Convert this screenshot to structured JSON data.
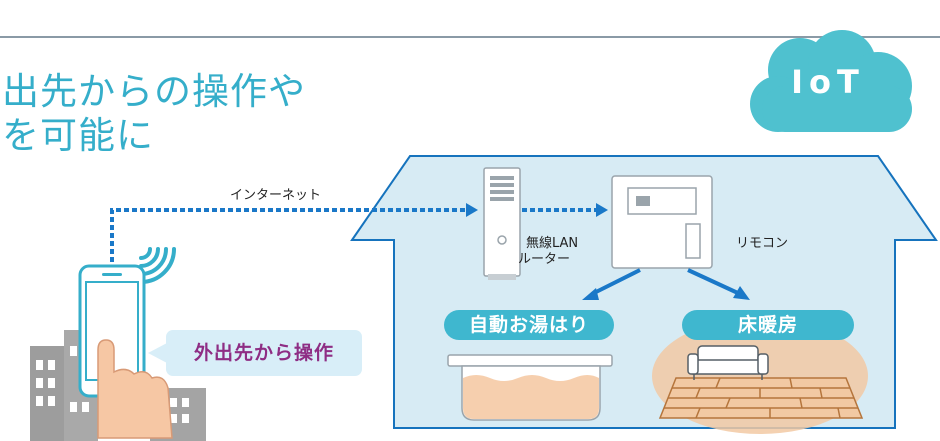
{
  "title": {
    "line1": "出先からの操作や",
    "line2": "を可能に"
  },
  "cloud_badge": "IoT",
  "labels": {
    "internet": "インターネット",
    "router_line1": "無線LAN",
    "router_line2": "ルーター",
    "remote": "リモコン",
    "bath": "自動お湯はり",
    "floor_heating": "床暖房",
    "remote_operation": "外出先から操作"
  },
  "colors": {
    "accent": "#35aeca",
    "arrow_blue": "#1a78c8",
    "house_fill": "#d7ebf4",
    "bubble_text": "#8e2d84"
  }
}
